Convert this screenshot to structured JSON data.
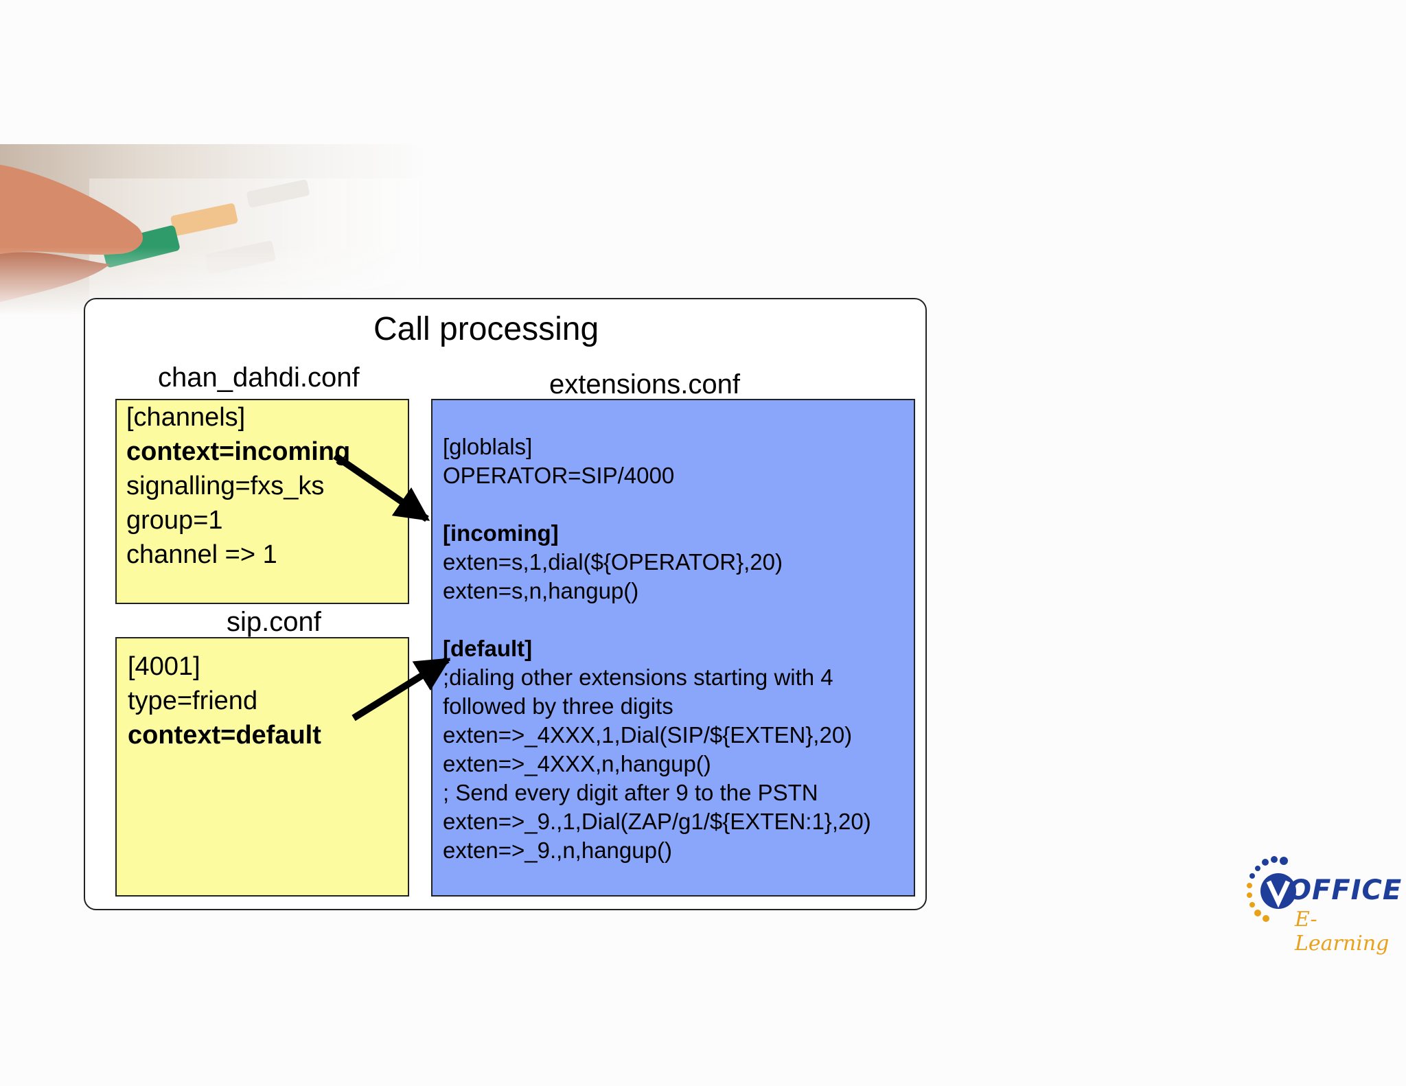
{
  "title": "Call processing",
  "chan_dahdi": {
    "label": "chan_dahdi.conf",
    "lines": [
      "[channels]",
      "context=incoming",
      "signalling=fxs_ks",
      "group=1",
      "channel => 1"
    ]
  },
  "sip": {
    "label": "sip.conf",
    "lines": [
      "[4001]",
      "type=friend",
      "context=default"
    ]
  },
  "extensions": {
    "label": "extensions.conf",
    "lines": [
      "[globlals]",
      "OPERATOR=SIP/4000",
      "",
      "[incoming]",
      "exten=s,1,dial(${OPERATOR},20)",
      "exten=s,n,hangup()",
      "",
      "[default]",
      ";dialing other extensions starting with 4",
      "followed by three digits",
      "exten=>_4XXX,1,Dial(SIP/${EXTEN},20)",
      "exten=>_4XXX,n,hangup()",
      "; Send every digit after 9 to the PSTN",
      "exten=>_9.,1,Dial(ZAP/g1/${EXTEN:1},20)",
      "exten=>_9.,n,hangup()"
    ]
  },
  "logo": {
    "brand": "V.OFFICE",
    "office_text": "OFFICE",
    "tagline": "E-Learning"
  },
  "colors": {
    "yellow_box": "#fdfb9f",
    "blue_box": "#8aa6fb",
    "arrow": "#000000"
  }
}
